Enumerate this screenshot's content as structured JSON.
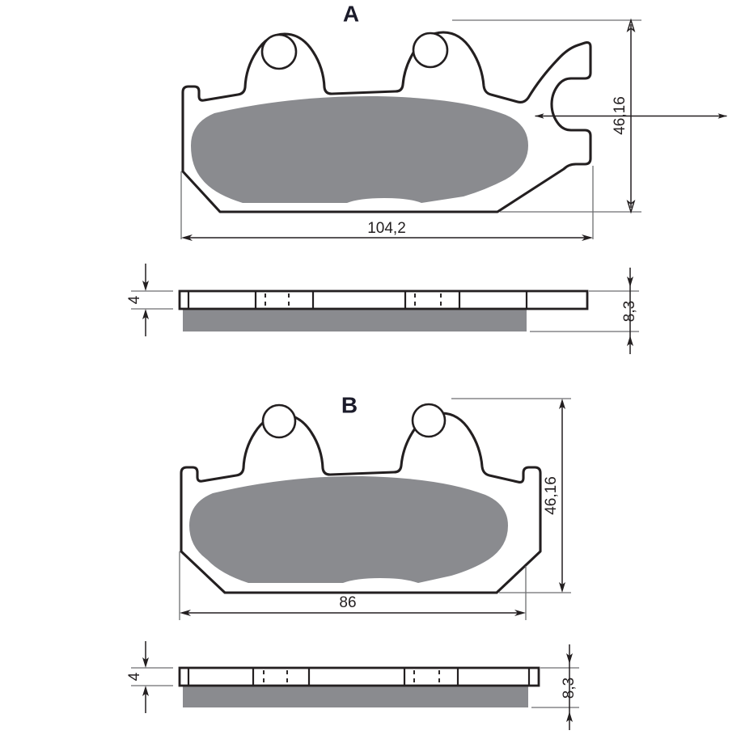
{
  "drawing": {
    "title_a": "A",
    "title_b": "B",
    "colors": {
      "friction_gray": "#8a8b8f",
      "outline_black": "#231f20",
      "extension_gray": "#6d6e71",
      "background": "#ffffff"
    }
  },
  "pad_a": {
    "label": "A",
    "dimensions": {
      "length": "104,2",
      "height": "46,16",
      "backing_thickness": "4",
      "total_thickness": "8,3"
    }
  },
  "pad_b": {
    "label": "B",
    "dimensions": {
      "length": "86",
      "height": "46,16",
      "backing_thickness": "4",
      "total_thickness": "8,3"
    }
  }
}
